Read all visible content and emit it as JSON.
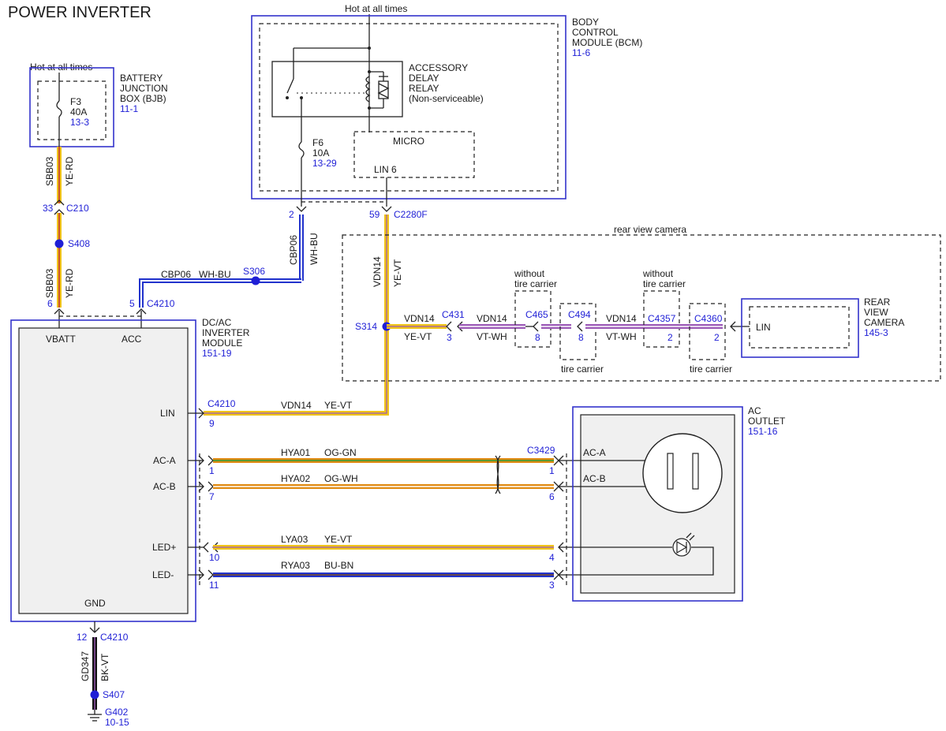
{
  "title": "POWER INVERTER",
  "colors": {
    "ye": "#f0c419",
    "rd": "#c0392b",
    "bu": "#2233cc",
    "wh": "#ffffff",
    "vt": "#9b59b6",
    "og": "#e08a12",
    "gn": "#2e9e3e",
    "bn": "#7a4a1e",
    "bk": "#111111",
    "ref": "#1f1fd6",
    "box": "#3333cc"
  },
  "bjb": {
    "hot": "Hot at all times",
    "name_l1": "BATTERY",
    "name_l2": "JUNCTION",
    "name_l3": "BOX (BJB)",
    "ref": "11-1",
    "fuse": "F3",
    "amps": "40A",
    "fuse_ref": "13-3"
  },
  "bcm": {
    "hot": "Hot at all times",
    "name_l1": "BODY",
    "name_l2": "CONTROL",
    "name_l3": "MODULE (BCM)",
    "ref": "11-6",
    "relay_l1": "ACCESSORY",
    "relay_l2": "DELAY",
    "relay_l3": "RELAY",
    "relay_l4": "(Non-serviceable)",
    "fuse": "F6",
    "amps": "10A",
    "fuse_ref": "13-29",
    "micro": "MICRO",
    "lin": "LIN 6",
    "pin_2": "2",
    "pin_59": "59",
    "conn": "C2280F"
  },
  "wires": {
    "sbb03_a": "SBB03",
    "sbb03_a_color": "YE-RD",
    "sbb03_b": "SBB03",
    "sbb03_b_color": "YE-RD",
    "cbp06_v": "CBP06",
    "cbp06_v_color": "WH-BU",
    "cbp06_h": "CBP06",
    "cbp06_h_color": "WH-BU",
    "vdn14_v": "VDN14",
    "vdn14_v_color": "YE-VT",
    "gd347": "GD347",
    "gd347_color": "BK-VT"
  },
  "splices": {
    "s408": "S408",
    "s306": "S306",
    "s314": "S314",
    "s407": "S407"
  },
  "connectors": {
    "c210_pin": "33",
    "c210": "C210",
    "c4210_p6": "6",
    "c4210_p5": "5",
    "c4210_top": "C4210",
    "c4210_p12": "12",
    "c4210_bottom": "C4210",
    "g402": "G402",
    "g402_ref": "10-15"
  },
  "camera": {
    "section": "rear view camera",
    "vdn14_a": "VDN14",
    "vdn14_a_color": "YE-VT",
    "c431": "C431",
    "c431_pin": "3",
    "vdn14_b": "VDN14",
    "vdn14_b_color": "VT-WH",
    "c465_note_l1": "without",
    "c465_note_l2": "tire carrier",
    "c465": "C465",
    "c465_pin": "8",
    "c494": "C494",
    "c494_pin": "8",
    "c494_note": "tire carrier",
    "vdn14_c": "VDN14",
    "vdn14_c_color": "VT-WH",
    "c4357_note_l1": "without",
    "c4357_note_l2": "tire carrier",
    "c4357": "C4357",
    "c4357_pin": "2",
    "c4360": "C4360",
    "c4360_pin": "2",
    "c4360_note": "tire carrier",
    "lin": "LIN",
    "name_l1": "REAR",
    "name_l2": "VIEW",
    "name_l3": "CAMERA",
    "ref": "145-3"
  },
  "inverter": {
    "name_l1": "DC/AC",
    "name_l2": "INVERTER",
    "name_l3": "MODULE",
    "ref": "151-19",
    "vbatt": "VBATT",
    "acc": "ACC",
    "gnd": "GND",
    "lin": "LIN",
    "aca": "AC-A",
    "acb": "AC-B",
    "ledp": "LED+",
    "ledm": "LED-"
  },
  "circuits": {
    "lin_conn": "C4210",
    "lin_pin": "9",
    "lin_wire": "VDN14",
    "lin_color": "YE-VT",
    "aca_pin": "1",
    "aca_wire": "HYA01",
    "aca_color": "OG-GN",
    "aca_far_pin": "1",
    "far_conn": "C3429",
    "acb_pin": "7",
    "acb_wire": "HYA02",
    "acb_color": "OG-WH",
    "acb_far_pin": "6",
    "ledp_pin": "10",
    "ledp_wire": "LYA03",
    "ledp_color": "YE-VT",
    "ledp_far_pin": "4",
    "ledm_pin": "11",
    "ledm_wire": "RYA03",
    "ledm_color": "BU-BN",
    "ledm_far_pin": "3"
  },
  "outlet": {
    "name_l1": "AC",
    "name_l2": "OUTLET",
    "ref": "151-16",
    "aca": "AC-A",
    "acb": "AC-B"
  }
}
